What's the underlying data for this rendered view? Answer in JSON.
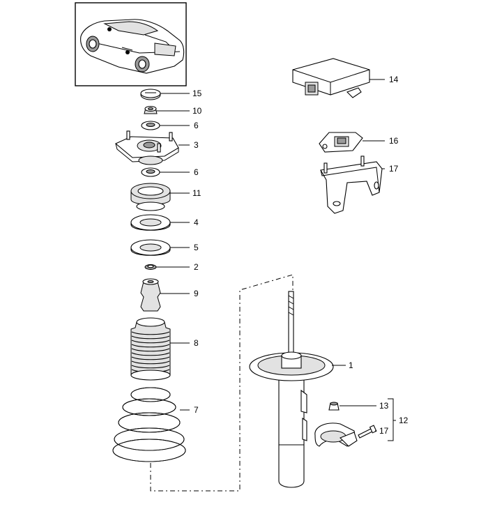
{
  "callouts": [
    {
      "id": "c15",
      "text": "15"
    },
    {
      "id": "c10",
      "text": "10"
    },
    {
      "id": "c6a",
      "text": "6"
    },
    {
      "id": "c3",
      "text": "3"
    },
    {
      "id": "c6b",
      "text": "6"
    },
    {
      "id": "c11",
      "text": "11"
    },
    {
      "id": "c4",
      "text": "4"
    },
    {
      "id": "c5",
      "text": "5"
    },
    {
      "id": "c2",
      "text": "2"
    },
    {
      "id": "c9",
      "text": "9"
    },
    {
      "id": "c8",
      "text": "8"
    },
    {
      "id": "c7",
      "text": "7"
    },
    {
      "id": "c14",
      "text": "14"
    },
    {
      "id": "c16",
      "text": "16"
    },
    {
      "id": "c17a",
      "text": "17"
    },
    {
      "id": "c1",
      "text": "1"
    },
    {
      "id": "c13",
      "text": "13"
    },
    {
      "id": "c17b",
      "text": "17"
    },
    {
      "id": "c12",
      "text": "12"
    }
  ]
}
